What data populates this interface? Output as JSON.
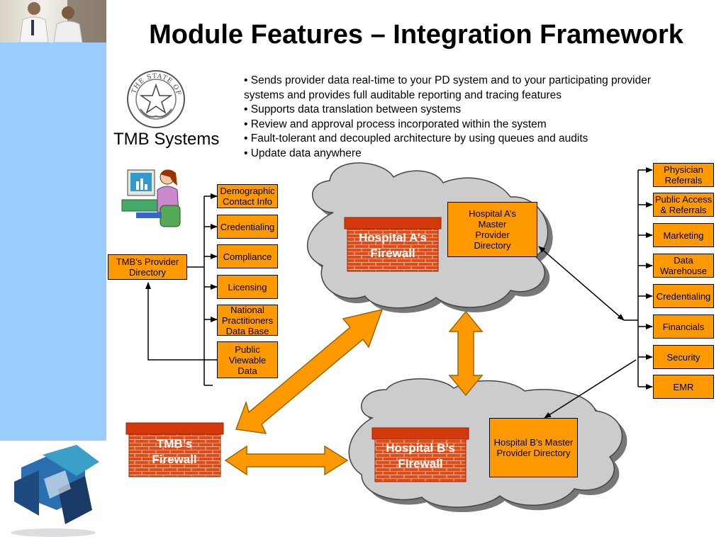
{
  "slide": {
    "title": "Module Features – Integration Framework",
    "org_label": "TMB Systems",
    "seal_text": "THE STATE OF TEXAS"
  },
  "features": [
    "• Sends provider data real-time to your PD system and to your participating provider systems and provides full auditable reporting and tracing features",
    "• Supports data translation between systems",
    "• Review and approval process incorporated within the system",
    "• Fault-tolerant and decoupled architecture by using queues and audits",
    "• Update data anywhere"
  ],
  "tmb": {
    "directory": "TMB’s Provider Directory",
    "firewall": "TMB’s Firewall",
    "modules": [
      "Demographic Contact Info",
      "Credentialing",
      "Compliance",
      "Licensing",
      "National Practitioners Data Base",
      "Public Viewable Data"
    ]
  },
  "hospital_a": {
    "firewall": "Hospital A’s Firewall",
    "directory": "Hospital A’s Master Provider Directory"
  },
  "hospital_b": {
    "firewall": "Hospital B’s Firewall",
    "directory": "Hospital B’s Master Provider Directory"
  },
  "participating_systems": [
    "Physician Referrals",
    "Public Access & Referrals",
    "Marketing",
    "Data Warehouse",
    "Credentialing",
    "Financials",
    "Security",
    "EMR"
  ],
  "colors": {
    "box": "#ff9900",
    "brick": "#e34a1a",
    "cloud": "#cccccc",
    "sidebar": "#99ccff"
  }
}
